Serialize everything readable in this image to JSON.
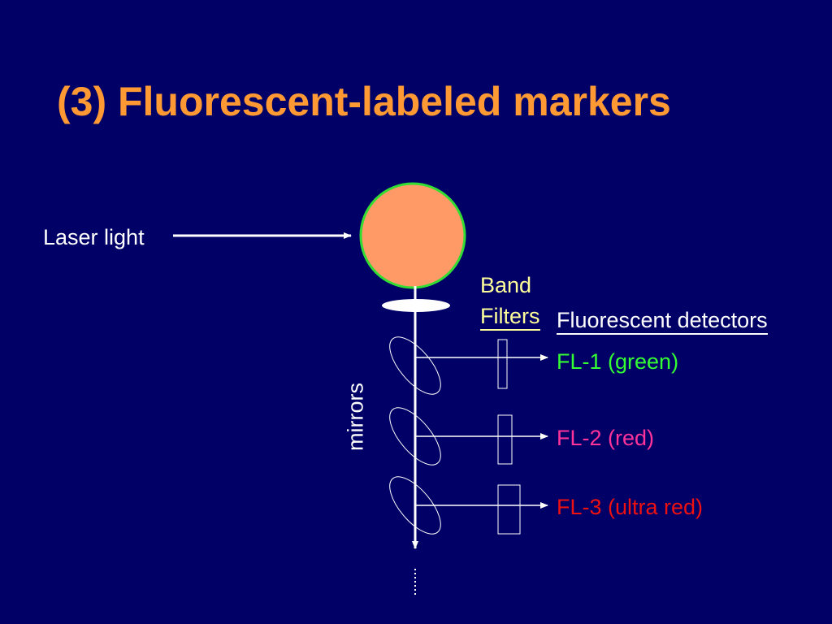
{
  "slide": {
    "title": "(3) Fluorescent-labeled markers"
  },
  "diagram": {
    "laser_label": "Laser light",
    "band_label": "Band",
    "filters_label": "Filters",
    "detectors_label": "Fluorescent detectors",
    "mirrors_label": "mirrors",
    "detectors": [
      {
        "label": "FL-1 (green)"
      },
      {
        "label": "FL-2 (red)"
      },
      {
        "label": "FL-3 (ultra red)"
      }
    ]
  },
  "colors": {
    "background": "#000066",
    "title": "#ff9933",
    "cell_fill": "#ff9966",
    "cell_border": "#33dd33",
    "band_filters": "#ffff99",
    "fl1": "#33ff33",
    "fl2": "#ff3399",
    "fl3": "#ee1111"
  }
}
